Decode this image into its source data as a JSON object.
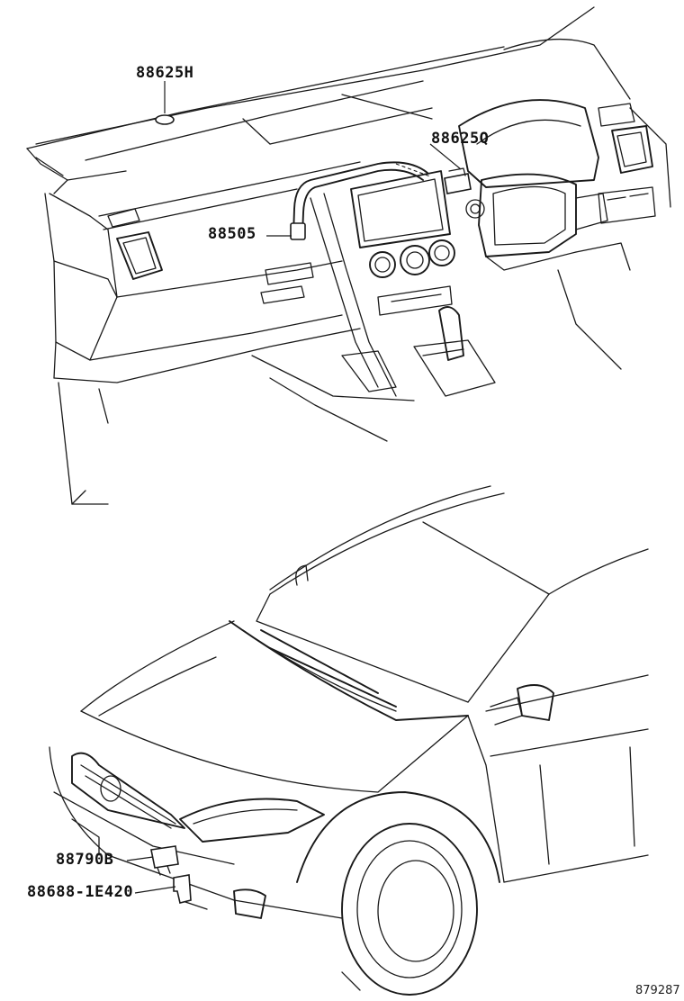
{
  "callouts": {
    "sensor_88625H": "88625H",
    "sensor_88625Q": "88625Q",
    "harness_88505": "88505",
    "sensor_88790B": "88790B",
    "bracket_88688": "88688-1E420"
  },
  "figure_number": "879287",
  "colors": {
    "line": "#1a1a1a",
    "background": "#ffffff"
  },
  "icons": [
    "dashboard-illustration",
    "car-front-illustration"
  ]
}
